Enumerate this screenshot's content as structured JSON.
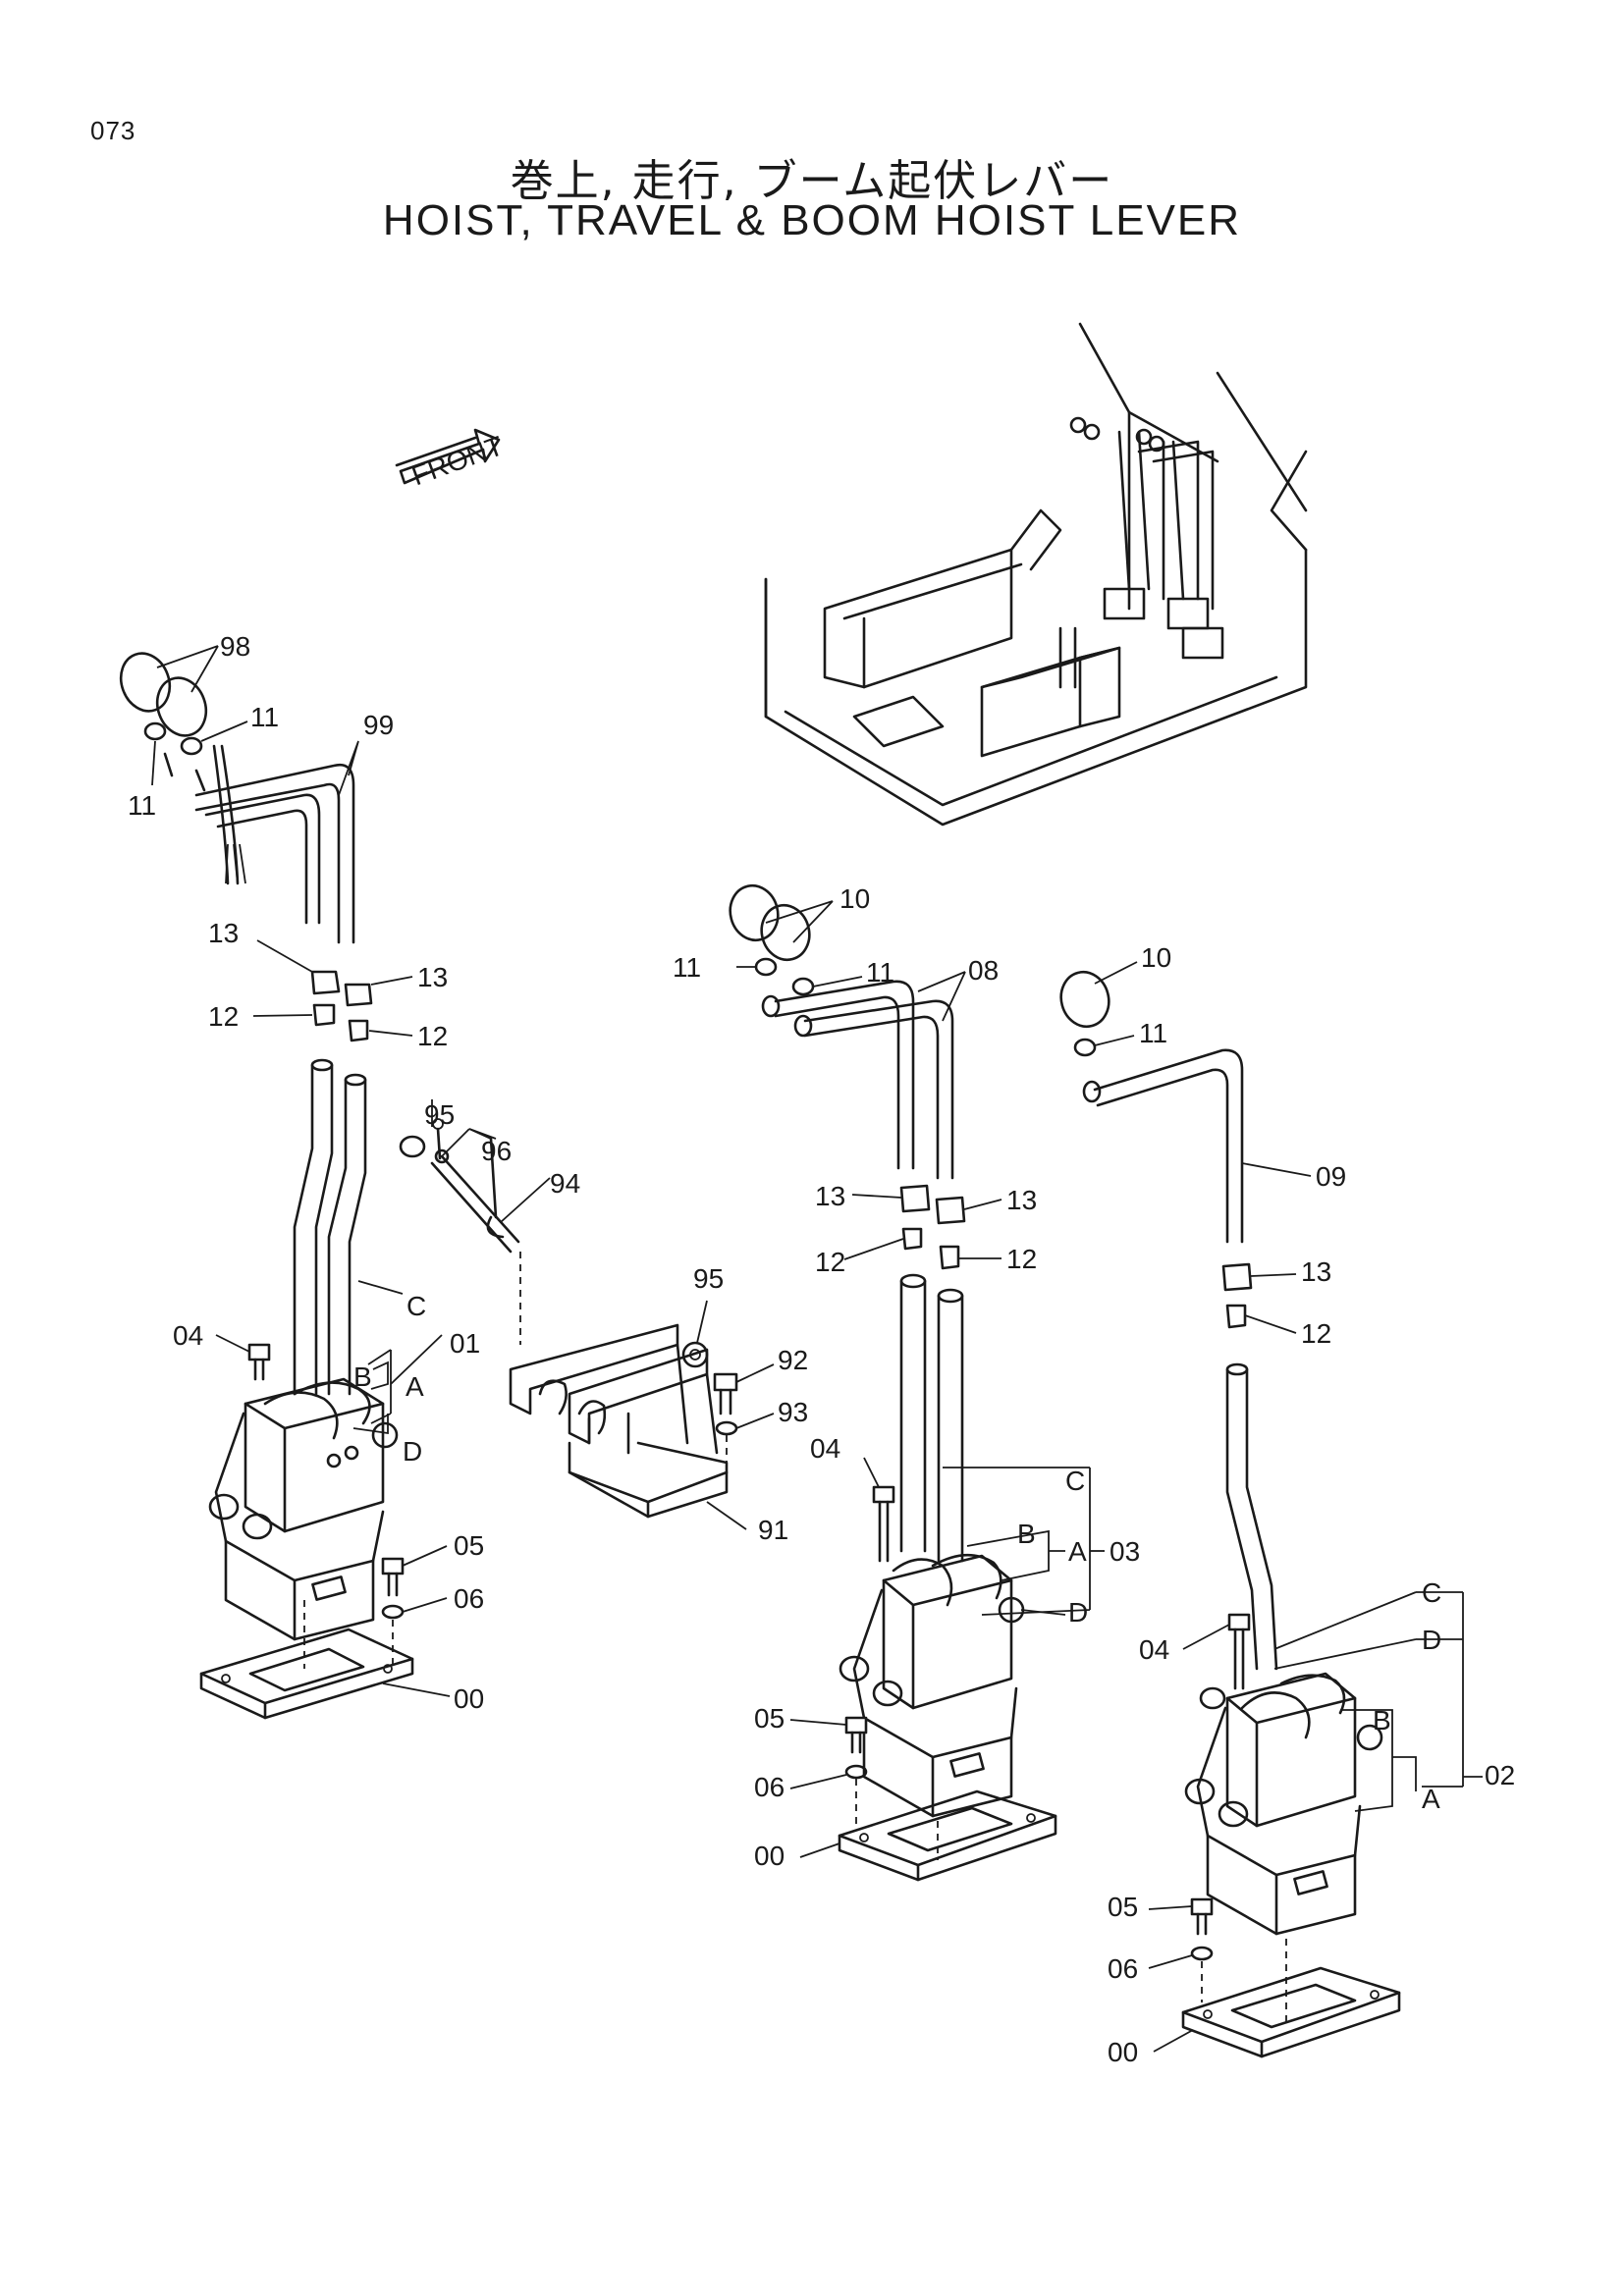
{
  "page_number": "073",
  "title_jp": "巻上, 走行, ブーム起伏レバー",
  "title_en": "HOIST, TRAVEL & BOOM HOIST LEVER",
  "front_marker": "FRONT",
  "callouts": {
    "c98": "98",
    "c99": "99",
    "c11a": "11",
    "c11b": "11",
    "c13a": "13",
    "c13b": "13",
    "c12a": "12",
    "c12b": "12",
    "c95a": "95",
    "c96": "96",
    "c94": "94",
    "c04a": "04",
    "cCa": "C",
    "cBa": "B",
    "cAa": "A",
    "cDa": "D",
    "c01": "01",
    "c05a": "05",
    "c06a": "06",
    "c00a": "00",
    "c95b": "95",
    "c92": "92",
    "c93": "93",
    "c91": "91",
    "c10a": "10",
    "c11c": "11",
    "c11d": "11",
    "c08": "08",
    "c13c": "13",
    "c13d": "13",
    "c12c": "12",
    "c12d": "12",
    "c04b": "04",
    "cCb": "C",
    "cBb": "B",
    "cAb": "A",
    "cDb": "D",
    "c03": "03",
    "c05b": "05",
    "c06b": "06",
    "c00b": "00",
    "c10b": "10",
    "c11e": "11",
    "c09": "09",
    "c13e": "13",
    "c12e": "12",
    "c04c": "04",
    "cCc": "C",
    "cDc": "D",
    "cBc": "B",
    "cAc": "A",
    "c02": "02",
    "c05c": "05",
    "c06c": "06",
    "c00c": "00"
  }
}
